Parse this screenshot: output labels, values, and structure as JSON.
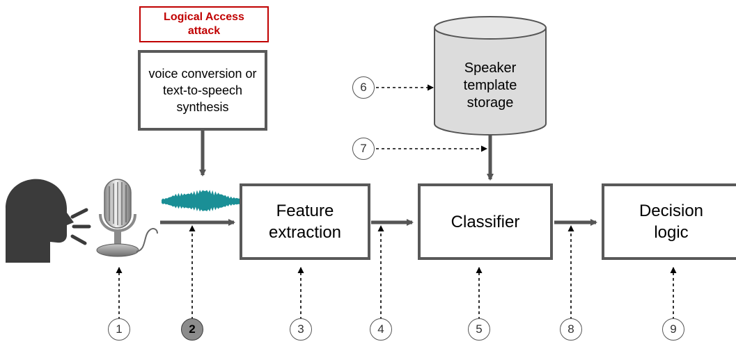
{
  "attack_label": "Logical Access attack",
  "boxes": {
    "vc": "voice conversion or text-to-speech synthesis",
    "feature": "Feature extraction",
    "classifier": "Classifier",
    "decision": "Decision logic"
  },
  "storage_label": "Speaker template storage",
  "points": [
    "1",
    "2",
    "3",
    "4",
    "5",
    "6",
    "7",
    "8",
    "9"
  ],
  "highlighted_point": "2",
  "colors": {
    "attack": "#c00000",
    "waveform": "#1a8f96",
    "box_border": "#595959",
    "highlight_circle": "#8c8c8c"
  },
  "icons": [
    "speaking-head-icon",
    "microphone-icon",
    "waveform-icon",
    "database-icon"
  ]
}
